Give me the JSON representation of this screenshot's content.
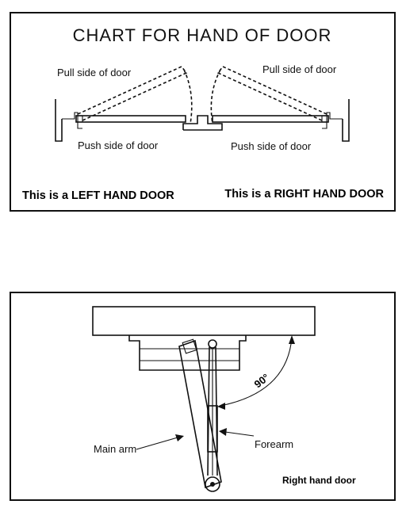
{
  "hand_chart": {
    "title": "CHART FOR HAND OF DOOR",
    "left_pull_label": "Pull side of door",
    "right_pull_label": "Pull side of door",
    "left_push_label": "Push side of door",
    "right_push_label": "Push side of door",
    "left_caption": "This is a LEFT HAND DOOR",
    "right_caption": "This is a RIGHT HAND DOOR"
  },
  "closer_diagram": {
    "angle_label": "90°",
    "main_arm_label": "Main arm",
    "forearm_label": "Forearm",
    "caption": "Right hand door"
  }
}
